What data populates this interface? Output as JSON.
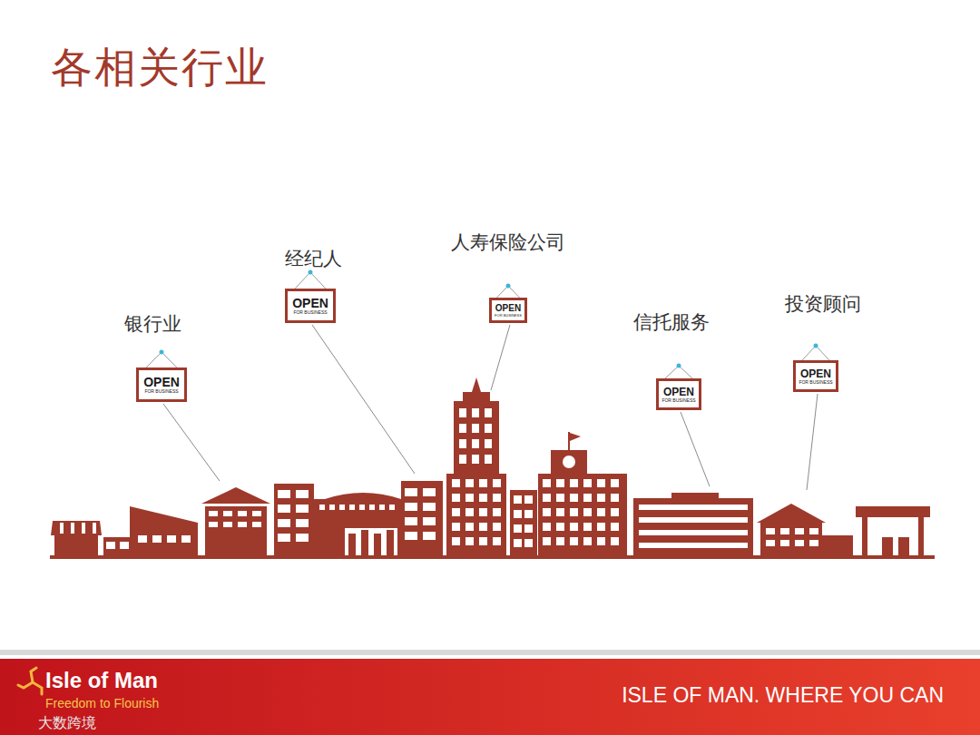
{
  "diagram": {
    "title": "各相关行业",
    "nodes": [
      {
        "text": [
          "银行业",
          "OPEN",
          "FOR BUSINESS"
        ]
      },
      {
        "text": [
          "经纪人",
          "OPEN",
          "FOR BUSINESS"
        ]
      },
      {
        "text": [
          "人寿保险公司",
          "OPEN",
          "FOR BUSINESS"
        ]
      },
      {
        "text": [
          "信托服务",
          "OPEN",
          "FOR BUSINESS"
        ]
      },
      {
        "text": [
          "投资顾问",
          "OPEN",
          "FOR BUSINESS"
        ]
      }
    ],
    "labels": [
      "Isle of Man",
      "Freedom to Flourish",
      "大数跨境",
      "ISLE OF MAN. WHERE YOU CAN"
    ]
  }
}
